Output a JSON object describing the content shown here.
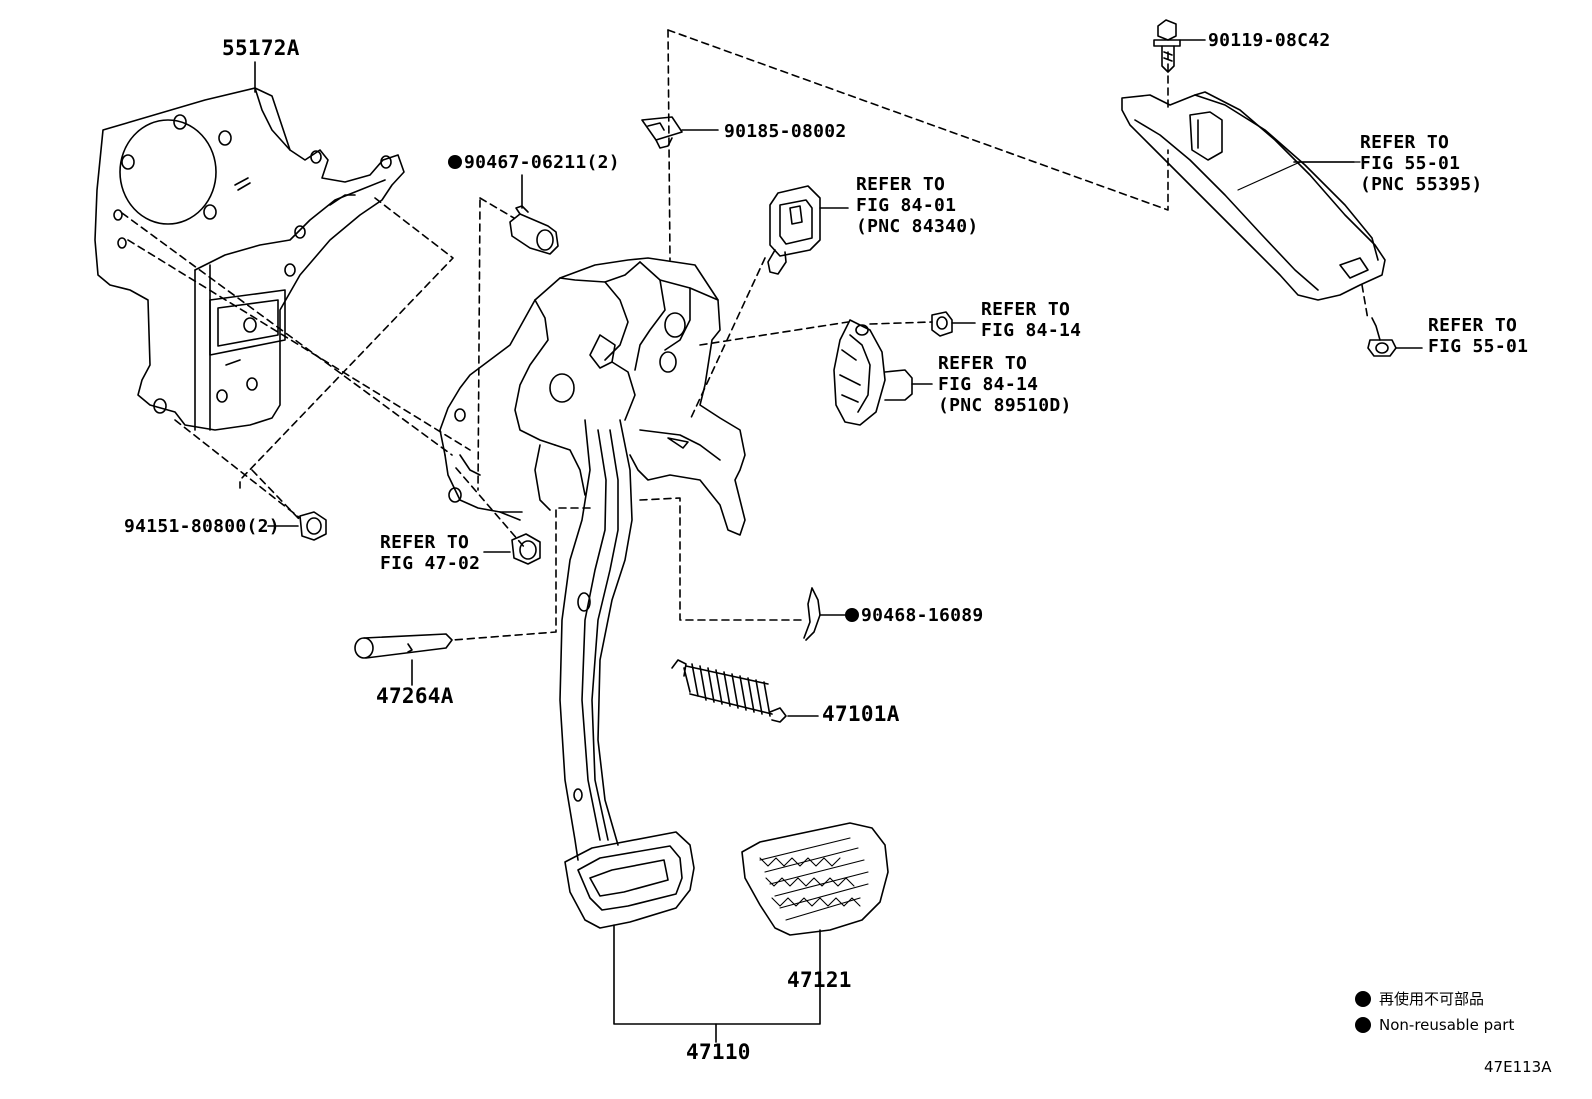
{
  "labels": {
    "bracket": "55172A",
    "clip_part": "90467-06211(2)",
    "clip_nr": "90467-06211(2)",
    "nut_clip": "90185-08002",
    "stop_switch_ref": [
      "REFER TO",
      "FIG 84-01",
      "(PNC 84340)"
    ],
    "nut_ref_top": [
      "REFER TO",
      "FIG 84-14"
    ],
    "sensor_ref": [
      "REFER TO",
      "FIG 84-14",
      "(PNC 89510D)"
    ],
    "bolt_top": "90119-08C42",
    "cover_ref": [
      "REFER TO",
      "FIG 55-01",
      "(PNC 55395)"
    ],
    "screw_ref": [
      "REFER TO",
      "FIG 55-01"
    ],
    "nut_lower": "94151-80800(2)",
    "nut_ref_47": [
      "REFER TO",
      "FIG 47-02"
    ],
    "pin_clip": "90468-16089",
    "pin": "47264A",
    "spring": "47101A",
    "pad": "47121",
    "pedal_assy": "47110"
  },
  "legend": [
    {
      "icon": "filled-circle",
      "text": "再使用不可部品"
    },
    {
      "icon": "filled-circle",
      "text": "Non-reusable part"
    }
  ],
  "figure_code": "47E113A"
}
